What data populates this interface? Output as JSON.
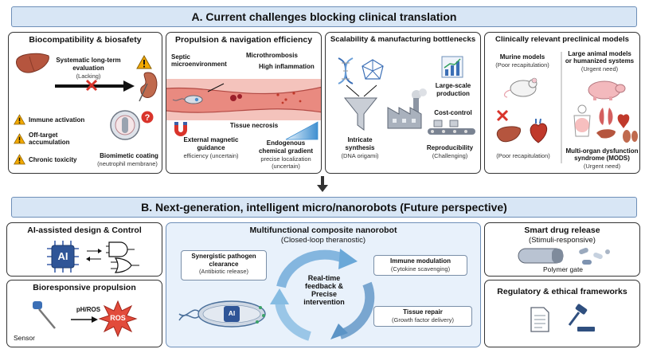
{
  "section_a": {
    "title": "A. Current challenges blocking clinical translation",
    "bio": {
      "title": "Biocompatibility & biosafety",
      "eval_line1": "Systematic long-term",
      "eval_line2": "evaluation",
      "eval_status": "(Lacking)",
      "risks": [
        "Immune activation",
        "Off-target accumulation",
        "Chronic toxicity"
      ],
      "coating_title": "Biomimetic coating",
      "coating_sub": "(neutrophil membrane)"
    },
    "propulsion": {
      "title": "Propulsion & navigation efficiency",
      "septic_line1": "Septic",
      "septic_line2": "microenvironment",
      "microthrombosis": "Microthrombosis",
      "inflammation": "High inflammation",
      "necrosis": "Tissue necrosis",
      "magnetic_line1": "External magnetic",
      "magnetic_line2": "guidance",
      "magnetic_sub": "efficiency (uncertain)",
      "gradient_line1": "Endogenous",
      "gradient_line2": "chemical gradient",
      "gradient_sub1": "precise localization",
      "gradient_sub2": "(uncertain)"
    },
    "scalability": {
      "title": "Scalability & manufacturing bottlenecks",
      "production_line1": "Large-scale",
      "production_line2": "production",
      "cost": "Cost-control",
      "synthesis_line1": "Intricate",
      "synthesis_line2": "synthesis",
      "synthesis_sub": "(DNA origami)",
      "reproducibility": "Reproducibility",
      "reproducibility_sub": "(Challenging)"
    },
    "models": {
      "title": "Clinically relevant preclinical models",
      "murine": "Murine models",
      "murine_sub": "(Poor recapitulation)",
      "large_line1": "Large animal models",
      "large_line2": "or humanized systems",
      "large_sub": "(Urgent need)",
      "poor": "(Poor recapitulation)",
      "mods_line1": "Multi-organ dysfunction",
      "mods_line2": "syndrome (MODS)",
      "mods_sub": "(Urgent need)"
    }
  },
  "section_b": {
    "title": "B. Next-generation, intelligent micro/nanorobots (Future perspective)",
    "ai": {
      "title": "AI-assisted design & Control",
      "chip_label": "AI"
    },
    "bioresponsive": {
      "title": "Bioresponsive propulsion",
      "signal": "pH/ROS",
      "sensor": "Sensor",
      "ros": "ROS"
    },
    "composite": {
      "title": "Multifunctional composite nanorobot",
      "subtitle": "(Closed-loop theranostic)",
      "pathogen_line1": "Synergistic pathogen",
      "pathogen_line2": "clearance",
      "pathogen_sub": "(Antibiotic release)",
      "immune": "Immune modulation",
      "immune_sub": "(Cytokine scavenging)",
      "center_line1": "Real-time",
      "center_line2": "feedback &",
      "center_line3": "Precise",
      "center_line4": "intervention",
      "repair": "Tissue repair",
      "repair_sub": "(Growth factor delivery)",
      "robot_label": "AI"
    },
    "drug": {
      "title": "Smart drug release",
      "subtitle": "(Stimuli-responsive)",
      "gate": "Polymer gate"
    },
    "regulatory": {
      "title": "Regulatory & ethical frameworks"
    }
  },
  "colors": {
    "banner_bg": "#d8e6f5",
    "accent_blue": "#6e8fb8",
    "warning": "#f2a900",
    "danger": "#d9342b",
    "vessel": "#e98a80"
  }
}
